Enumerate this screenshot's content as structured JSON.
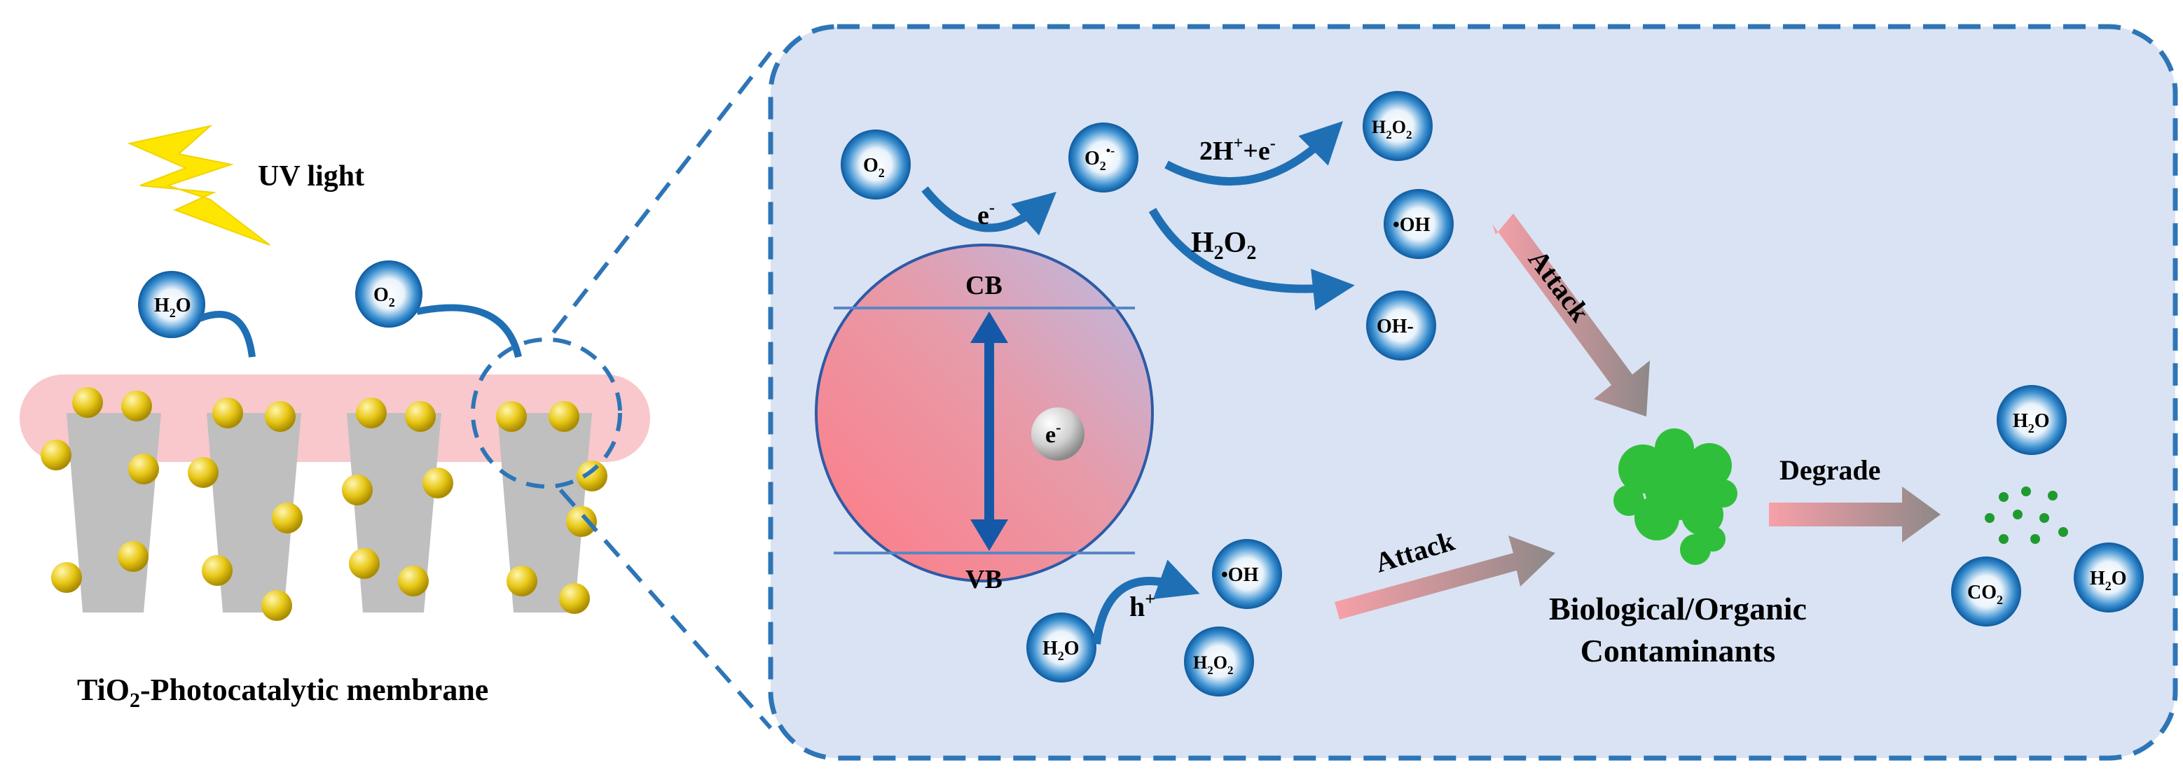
{
  "left_panel": {
    "uv_label": "UV light",
    "caption_prefix": "TiO",
    "caption_sub": "2",
    "caption_suffix": "-Photocatalytic membrane",
    "molecule_h2o": {
      "main": "H",
      "sub": "2",
      "rest": "O"
    },
    "molecule_o2": {
      "main": "O",
      "sub": "2",
      "rest": ""
    }
  },
  "detail_panel": {
    "cb_label": "CB",
    "vb_label": "VB",
    "electron_label": "e",
    "electron_sup": "-",
    "arrow_electron_main": "e",
    "arrow_electron_sup": "-",
    "arrow_2h": {
      "a": "2H",
      "sup1": "+",
      "b": "+e",
      "sup2": "-"
    },
    "arrow_h2o2": {
      "a": "H",
      "sub1": "2",
      "b": "O",
      "sub2": "2"
    },
    "arrow_hole": {
      "main": "h",
      "sup": "+"
    },
    "attack_top": "Attack",
    "attack_bottom": "Attack",
    "degrade": "Degrade",
    "contaminants_line1": "Biological/Organic",
    "contaminants_line2": "Contaminants",
    "mol_o2": {
      "a": "O",
      "sub": "2"
    },
    "mol_o2_radical": {
      "a": "O",
      "sub": "2",
      "sup": "•-"
    },
    "mol_h2o2_top": {
      "a": "H",
      "s1": "2",
      "b": "O",
      "s2": "2"
    },
    "mol_oh_radical_top": "•OH",
    "mol_oh_minus": "OH-",
    "mol_h2o_bottom": {
      "a": "H",
      "s1": "2",
      "b": "O"
    },
    "mol_oh_radical_bottom": "•OH",
    "mol_h2o2_bottom": {
      "a": "H",
      "s1": "2",
      "b": "O",
      "s2": "2"
    },
    "mol_h2o_right_top": {
      "a": "H",
      "s1": "2",
      "b": "O"
    },
    "mol_co2": {
      "a": "CO",
      "s1": "2"
    },
    "mol_h2o_right_bottom": {
      "a": "H",
      "s1": "2",
      "b": "O"
    }
  },
  "colors": {
    "panel_fill": "#d9e3f3",
    "dash": "#2e75b6",
    "arrow_blue": "#1f6fb5",
    "particle": "#e8c817",
    "membrane_band": "#f8c8cc",
    "pore": "#bfbfbf",
    "bolt": "#ffe600",
    "contaminant": "#2fbf3a"
  }
}
